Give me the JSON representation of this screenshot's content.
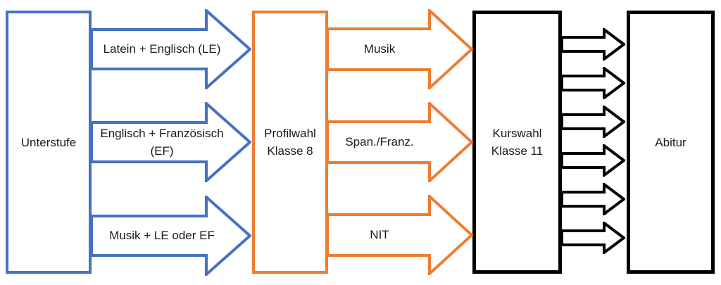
{
  "colors": {
    "blue": "#4472C4",
    "orange": "#ED7D31",
    "black": "#000000"
  },
  "boxes": {
    "unterstufe": {
      "label": "Unterstufe"
    },
    "profilwahl": {
      "line1": "Profilwahl",
      "line2": "Klasse 8"
    },
    "kurswahl": {
      "line1": "Kurswahl",
      "line2": "Klasse 11"
    },
    "abitur": {
      "label": "Abitur"
    }
  },
  "blue_arrows": [
    {
      "line1": "Latein + Englisch (LE)",
      "line2": ""
    },
    {
      "line1": "Englisch + Französisch",
      "line2": "(EF)"
    },
    {
      "line1": "Musik + LE oder EF",
      "line2": ""
    }
  ],
  "orange_arrows": [
    {
      "label": "Musik"
    },
    {
      "label": "Span./Franz."
    },
    {
      "label": "NIT"
    }
  ],
  "black_arrows": {
    "count": 6
  }
}
